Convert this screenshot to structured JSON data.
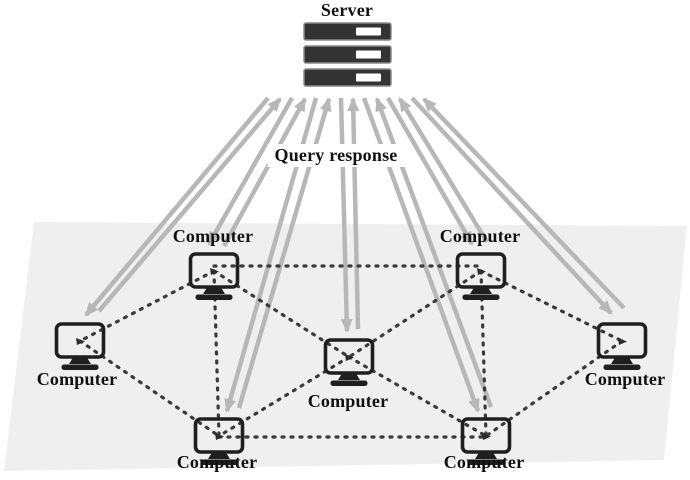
{
  "diagram": {
    "annotation": {
      "label": "Query response"
    },
    "nodes": {
      "server": {
        "label": "Server"
      },
      "computers": [
        {
          "id": "top-left",
          "label": "Computer"
        },
        {
          "id": "top-right",
          "label": "Computer"
        },
        {
          "id": "left",
          "label": "Computer"
        },
        {
          "id": "center",
          "label": "Computer"
        },
        {
          "id": "right",
          "label": "Computer"
        },
        {
          "id": "bottom-left",
          "label": "Computer"
        },
        {
          "id": "bottom-right",
          "label": "Computer"
        }
      ]
    },
    "server_links": {
      "type": "bidirectional-arrows",
      "targets": [
        "left",
        "top-left",
        "bottom-left",
        "center",
        "bottom-right",
        "top-right",
        "right"
      ]
    },
    "peer_links": [
      [
        "top-left",
        "top-right"
      ],
      [
        "top-left",
        "left"
      ],
      [
        "top-left",
        "center"
      ],
      [
        "top-left",
        "bottom-left"
      ],
      [
        "top-right",
        "center"
      ],
      [
        "top-right",
        "right"
      ],
      [
        "top-right",
        "bottom-right"
      ],
      [
        "left",
        "bottom-left"
      ],
      [
        "center",
        "bottom-left"
      ],
      [
        "center",
        "bottom-right"
      ],
      [
        "right",
        "bottom-right"
      ],
      [
        "bottom-left",
        "bottom-right"
      ]
    ],
    "colors": {
      "plane": "#efefef",
      "arrow": "#b7b7b7",
      "dashed_link": "#3a3a3a",
      "device": "#1f1f1f"
    }
  }
}
